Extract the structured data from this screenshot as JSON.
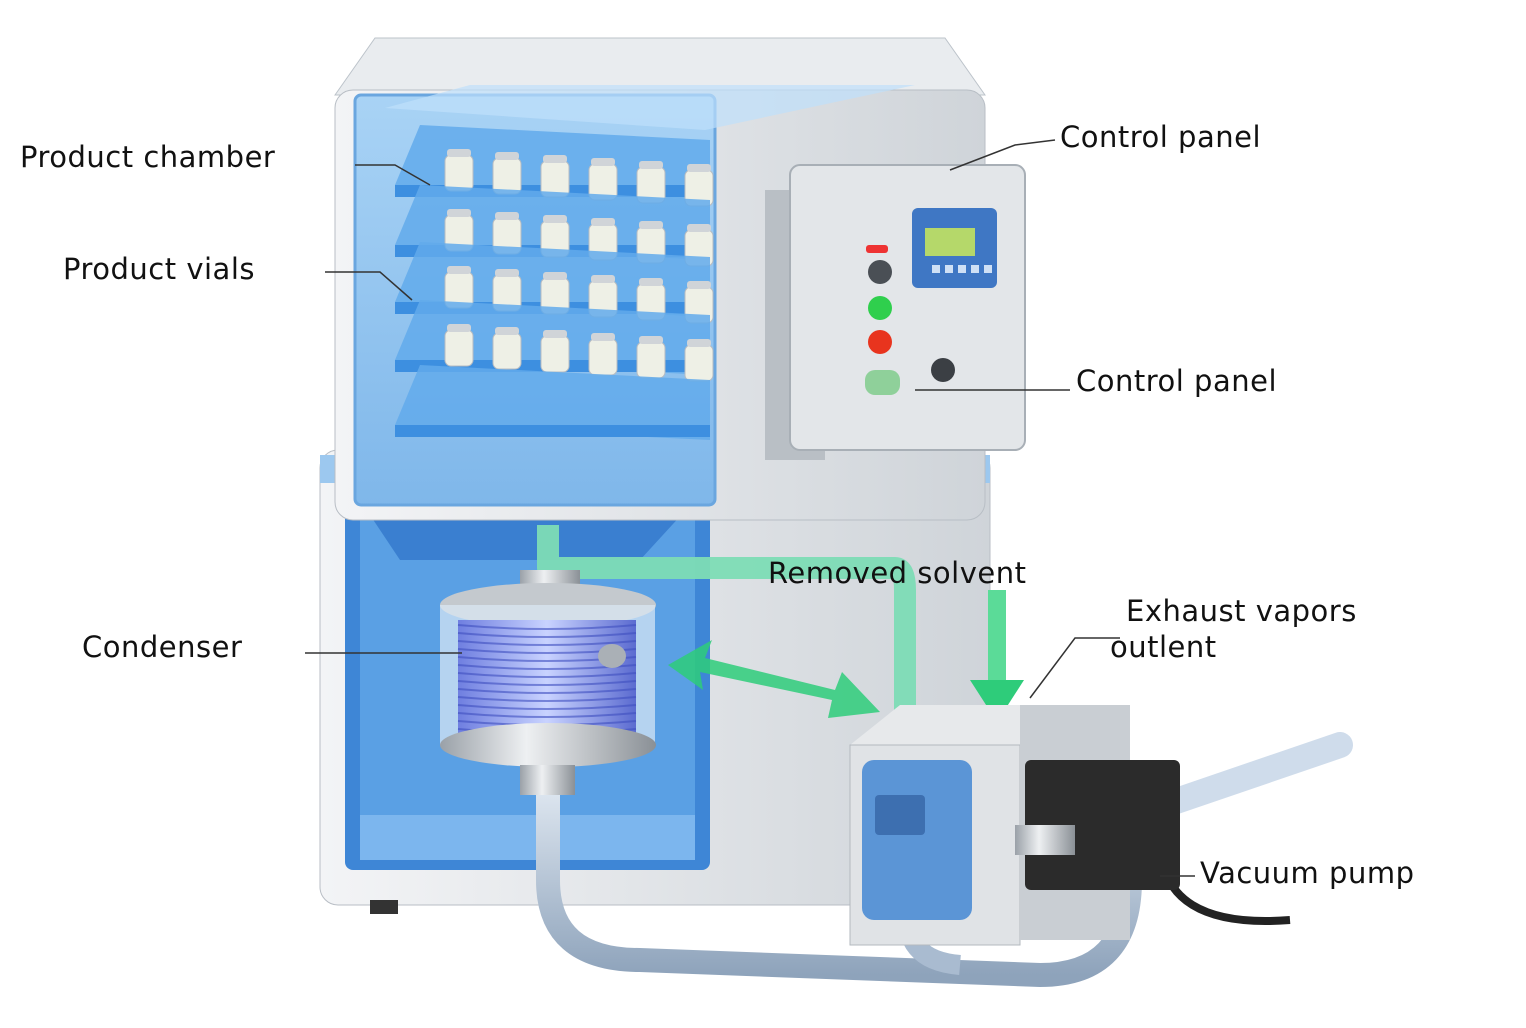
{
  "title": "Freeze dryer diagram",
  "labels": {
    "product_chamber": "Product chamber",
    "product_vials": "Product vials",
    "control_panel_top": "Control panel",
    "control_panel_mid": "Control panel",
    "removed_solvent": "Removed solvent",
    "exhaust_line1": "Exhaust vapors",
    "exhaust_line2": "outlent",
    "condenser": "Condenser",
    "vacuum_pump": "Vacuum pump"
  },
  "colors": {
    "glass_blue": "#8fc3ee",
    "shelf_blue": "#4a9be6",
    "cabinet_grey": "#e4e7ea",
    "pipe_green": "#6fd3a8",
    "arrow_green": "#2ecc7a",
    "pump_blue": "#5b95d6",
    "motor_black": "#2b2b2b"
  }
}
